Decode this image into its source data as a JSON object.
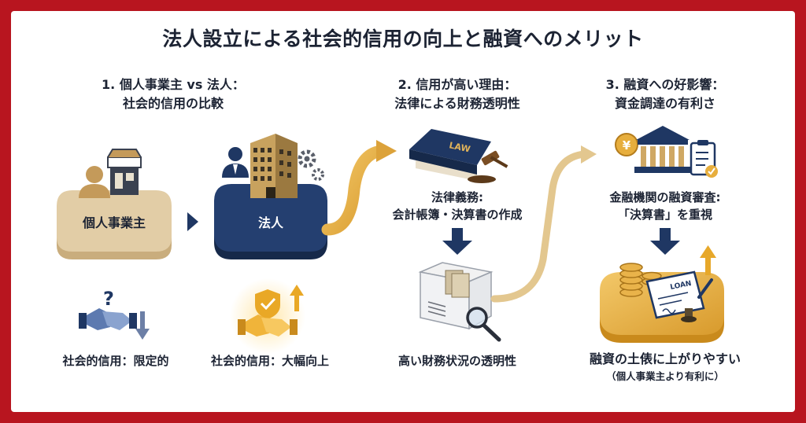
{
  "title": "法人設立による社会的信用の向上と融資へのメリット",
  "sections": [
    {
      "heading_line1": "1. 個人事業主 vs 法人：",
      "heading_line2": "社会的信用の比較",
      "sole_label": "個人事業主",
      "corp_label": "法人",
      "sole_credit": "社会的信用：限定的",
      "corp_credit": "社会的信用：大幅向上"
    },
    {
      "heading_line1": "2. 信用が高い理由：",
      "heading_line2": "法律による財務透明性",
      "book_label": "LAW",
      "duty_line1": "法律義務:",
      "duty_line2": "会計帳簿・決算書の作成",
      "result": "高い財務状況の透明性"
    },
    {
      "heading_line1": "3. 融資への好影響：",
      "heading_line2": "資金調達の有利さ",
      "bank_line1": "金融機関の融資審査:",
      "bank_line2": "「決算書」を重視",
      "currency_symbol": "¥",
      "loan_label": "LOAN",
      "result_main": "融資の土俵に上がりやすい",
      "result_sub": "（個人事業主より有利に）"
    }
  ],
  "icons": {
    "question_mark": "?"
  },
  "colors": {
    "frame_red": "#b8151f",
    "navy": "#1f3763",
    "tan": "#d9c29a",
    "gold": "#e0a93b",
    "light_gold": "#e8d2a6"
  }
}
